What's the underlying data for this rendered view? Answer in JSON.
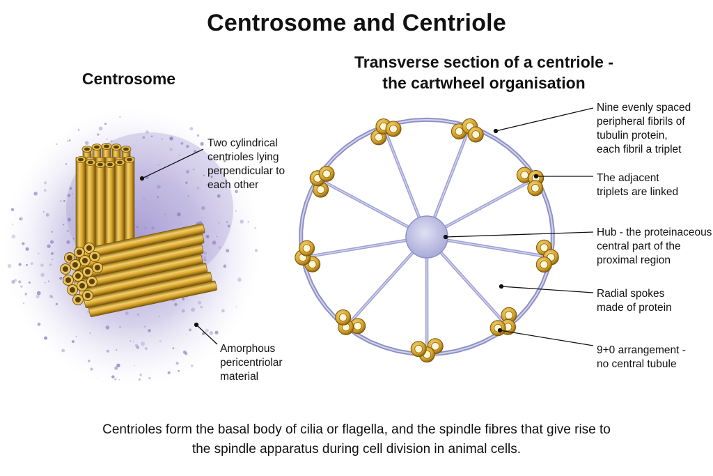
{
  "title": "Centrosome and Centriole",
  "left_panel": {
    "title": "Centrosome",
    "labels": {
      "centrioles": [
        "Two cylindrical",
        "centrioles lying",
        "perpendicular to",
        "each other"
      ],
      "pcm": [
        "Amorphous",
        "pericentriolar",
        "material"
      ]
    }
  },
  "right_panel": {
    "title_lines": [
      "Transverse section of a centriole -",
      "the cartwheel organisation"
    ],
    "labels": {
      "fibrils": [
        "Nine evenly spaced",
        "peripheral fibrils of",
        "tubulin protein,",
        "each fibril a triplet"
      ],
      "linked": [
        "The adjacent",
        "triplets are linked"
      ],
      "hub": [
        "Hub - the proteinaceous",
        "central part of the",
        "proximal region"
      ],
      "spokes": [
        "Radial spokes",
        "made of protein"
      ],
      "arrangement": [
        "9+0 arrangement -",
        "no central tubule"
      ]
    }
  },
  "caption_lines": [
    "Centrioles form the basal body of cilia or flagella, and the spindle fibres that give rise to",
    "the spindle apparatus during cell division in animal cells."
  ],
  "colors": {
    "tubule": "#d9a52a",
    "tubule_dark": "#8a6410",
    "pcm": "#9a8fcc",
    "spoke": "#a6a8d6",
    "hub": "#c9cbe8"
  }
}
